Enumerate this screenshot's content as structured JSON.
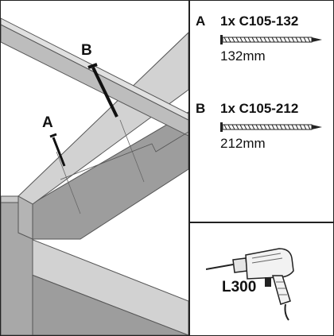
{
  "drawing": {
    "callouts": [
      {
        "letter": "A"
      },
      {
        "letter": "B"
      }
    ]
  },
  "parts": [
    {
      "letter": "A",
      "quantity_code": "1x C105-132",
      "length": "132mm"
    },
    {
      "letter": "B",
      "quantity_code": "1x C105-212",
      "length": "212mm"
    }
  ],
  "tool": {
    "label": "L300",
    "icon": "drill-icon"
  },
  "colors": {
    "timber_top": "#d2d2d2",
    "timber_side": "#9d9d9d",
    "timber_dark": "#808080",
    "line": "#222222"
  }
}
